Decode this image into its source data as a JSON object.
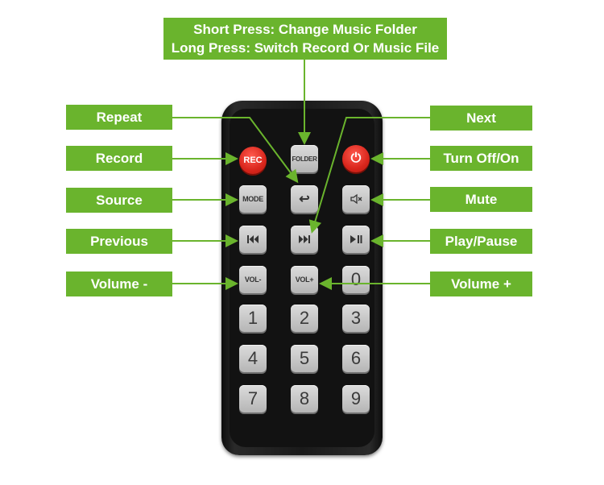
{
  "labels": {
    "top_line1": "Short Press: Change Music Folder",
    "top_line2": "Long Press: Switch Record Or Music File",
    "repeat": "Repeat",
    "record": "Record",
    "source": "Source",
    "previous": "Previous",
    "volume_minus": "Volume -",
    "next": "Next",
    "turn_off_on": "Turn Off/On",
    "mute": "Mute",
    "play_pause": "Play/Pause",
    "volume_plus": "Volume +"
  },
  "buttons": {
    "rec": "REC",
    "folder": "FOLDER",
    "power": "⏻",
    "mode": "MODE",
    "repeat": "↩",
    "mute": "🔇",
    "prev": "⏮",
    "next": "⏭",
    "play_pause": "⏯",
    "vol_minus": "VOL-",
    "vol_plus": "VOL+",
    "n0": "0",
    "n1": "1",
    "n2": "2",
    "n3": "3",
    "n4": "4",
    "n5": "5",
    "n6": "6",
    "n7": "7",
    "n8": "8",
    "n9": "9"
  },
  "colors": {
    "label_green": "#6ab42d",
    "remote_body": "#1a1a1a",
    "button_gray": "#c8c8c8",
    "button_red": "#d9261c"
  },
  "icons": {
    "power": "power-icon",
    "repeat": "repeat-icon",
    "mute": "mute-icon",
    "prev": "previous-icon",
    "next": "next-icon",
    "play_pause": "play-pause-icon"
  }
}
